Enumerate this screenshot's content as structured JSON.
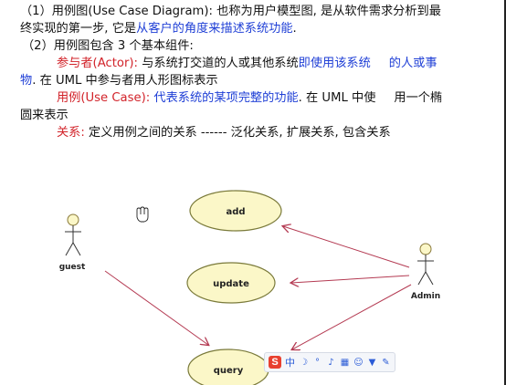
{
  "text": {
    "line1a": "（1）用例图(Use Case Diagram): 也称为用户模型图, 是从软件需求分析到最",
    "line2a": "终实现的第一步, 它是",
    "line2b": "从客户的角度来描述系统功能",
    "line2c": ".",
    "line3": "（2）用例图包含 3 个基本组件:",
    "line4a": "参与者(Actor):",
    "line4b": " 与系统打交道的人或其他系统",
    "line4c": "即使用该系统",
    "line4d": "的人或事",
    "line5a": "物",
    "line5b": ". 在 UML 中参与者用人形图标表示",
    "line6a": "用例(Use Case):",
    "line6b": " 代表系统的某项完整的功能",
    "line6c": ". 在 UML 中使",
    "line6d": "用一个椭",
    "line7": "圆来表示",
    "line8a": "关系:",
    "line8b": " 定义用例之间的关系 ------ 泛化关系, 扩展关系, 包含关系"
  },
  "diagram": {
    "actors": [
      {
        "label": "guest"
      },
      {
        "label": "Admin"
      }
    ],
    "use_cases": [
      {
        "label": "add"
      },
      {
        "label": "update"
      },
      {
        "label": "query"
      }
    ]
  },
  "toolbar": {
    "logo": "S",
    "lang": "中",
    "icons": [
      "moon-icon",
      "punctuation-icon",
      "voice-icon",
      "keyboard-icon",
      "user-icon",
      "shirt-icon",
      "wrench-icon"
    ]
  },
  "colors": {
    "red": "#d2232a",
    "blue": "#1f3fd6",
    "ellipse_fill": "#fbf7c8",
    "ellipse_stroke": "#7a7a3a"
  }
}
